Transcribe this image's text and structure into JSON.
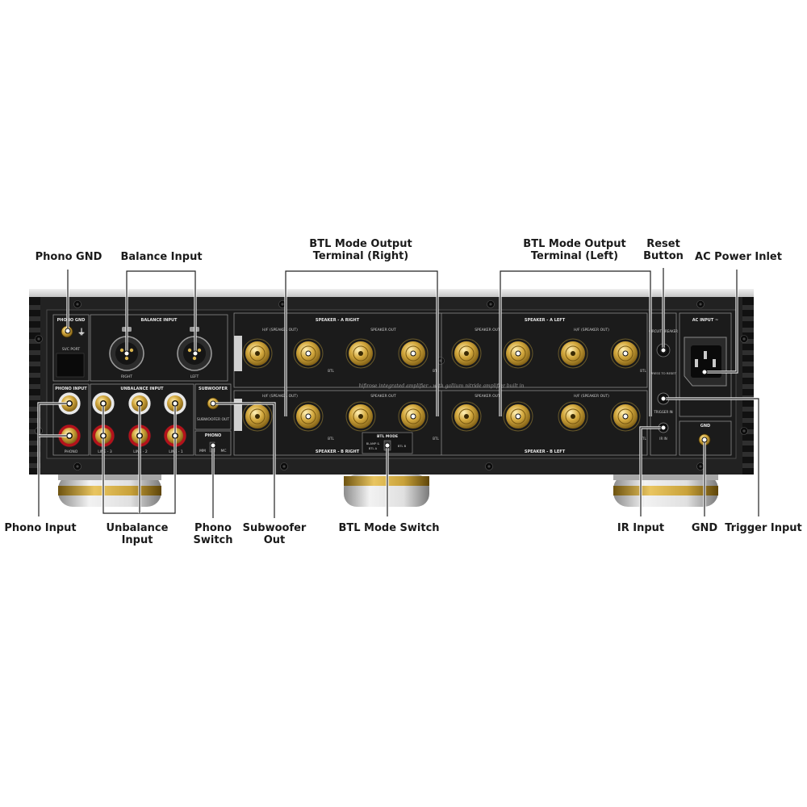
{
  "callouts": {
    "phono_gnd": "Phono GND",
    "balance_input": "Balance Input",
    "btl_right_1": "BTL Mode Output",
    "btl_right_2": "Terminal (Right)",
    "btl_left_1": "BTL Mode Output",
    "btl_left_2": "Terminal (Left)",
    "reset_1": "Reset",
    "reset_2": "Button",
    "ac_power_inlet": "AC Power Inlet",
    "phono_input": "Phono Input",
    "unbalance_1": "Unbalance",
    "unbalance_2": "Input",
    "phono_switch_1": "Phono",
    "phono_switch_2": "Switch",
    "subwoofer_1": "Subwoofer",
    "subwoofer_2": "Out",
    "btl_mode_switch": "BTL Mode Switch",
    "ir_input": "IR Input",
    "gnd": "GND",
    "trigger_input": "Trigger Input"
  },
  "panel": {
    "phono_gnd": "PHONO GND",
    "balance_input": "BALANCE INPUT",
    "right": "RIGHT",
    "left": "LEFT",
    "svc_port": "SVC PORT",
    "phono_input": "PHONO INPUT",
    "unbalance_input": "UNBALANCE INPUT",
    "subwoofer": "SUBWOOFER",
    "subwoofer_out": "SUBWOOFER OUT",
    "phono": "PHONO",
    "line3": "LINE - 3",
    "line2": "LINE - 2",
    "line1": "LINE - 1",
    "phono_lbl": "PHONO",
    "mm": "MM",
    "mc": "MC",
    "speaker_a_right": "SPEAKER - A  RIGHT",
    "speaker_a_left": "SPEAKER - A  LEFT",
    "speaker_b_right": "SPEAKER - B  RIGHT",
    "speaker_b_left": "SPEAKER - B  LEFT",
    "hf_speaker_out": "H/F (SPEAKER OUT)",
    "speaker_out": "SPEAKER OUT",
    "btl_mode": "BTL MODE",
    "bi_amp": "BI-AMP &",
    "btl_a": "BTL A",
    "btl_b": "BTL B",
    "circuit_breaker": "CIRCUIT BREAKER",
    "press_to_reset": "PRESS TO RESET",
    "trigger_in": "TRIGGER IN",
    "ir_in": "IR IN",
    "ac_input": "AC INPUT ~",
    "gnd": "GND",
    "btl": "BTL",
    "script": "hifirose integrated amplifier - with gallium nitride amplifier built in"
  },
  "colors": {
    "chassis": "#1e1e1e",
    "gold": "#c9a23a",
    "red_ring": "#b3121b",
    "silver": "#d8d8d8"
  }
}
